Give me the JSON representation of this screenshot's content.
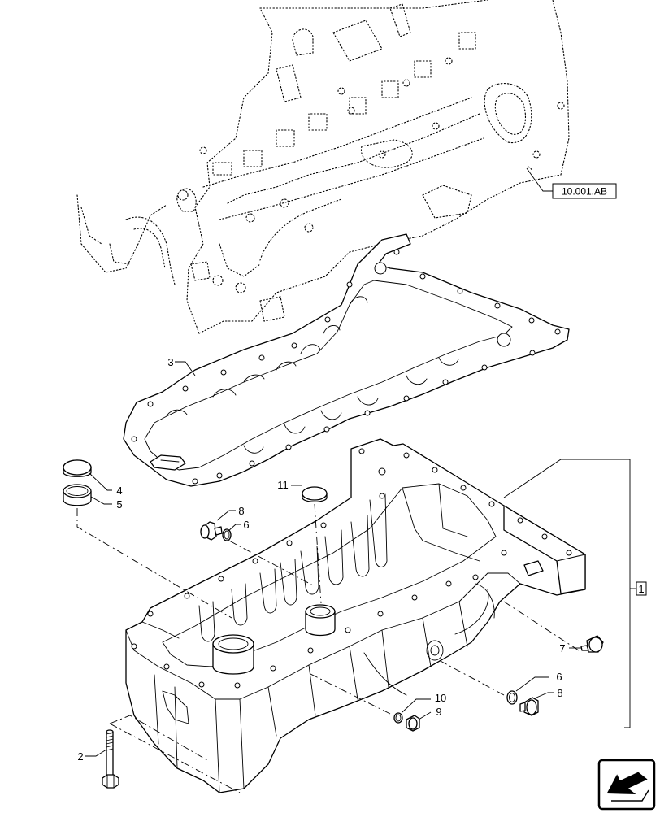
{
  "reference_box": {
    "text": "10.001.AB"
  },
  "callouts": [
    {
      "id": "callout-1",
      "text": "1"
    },
    {
      "id": "callout-2",
      "text": "2"
    },
    {
      "id": "callout-3",
      "text": "3"
    },
    {
      "id": "callout-4",
      "text": "4"
    },
    {
      "id": "callout-5",
      "text": "5"
    },
    {
      "id": "callout-6a",
      "text": "6"
    },
    {
      "id": "callout-6b",
      "text": "6"
    },
    {
      "id": "callout-7",
      "text": "7"
    },
    {
      "id": "callout-8a",
      "text": "8"
    },
    {
      "id": "callout-8b",
      "text": "8"
    },
    {
      "id": "callout-9",
      "text": "9"
    },
    {
      "id": "callout-10",
      "text": "10"
    },
    {
      "id": "callout-11",
      "text": "11"
    }
  ],
  "icons": {
    "navigation": "arrow-icon"
  }
}
